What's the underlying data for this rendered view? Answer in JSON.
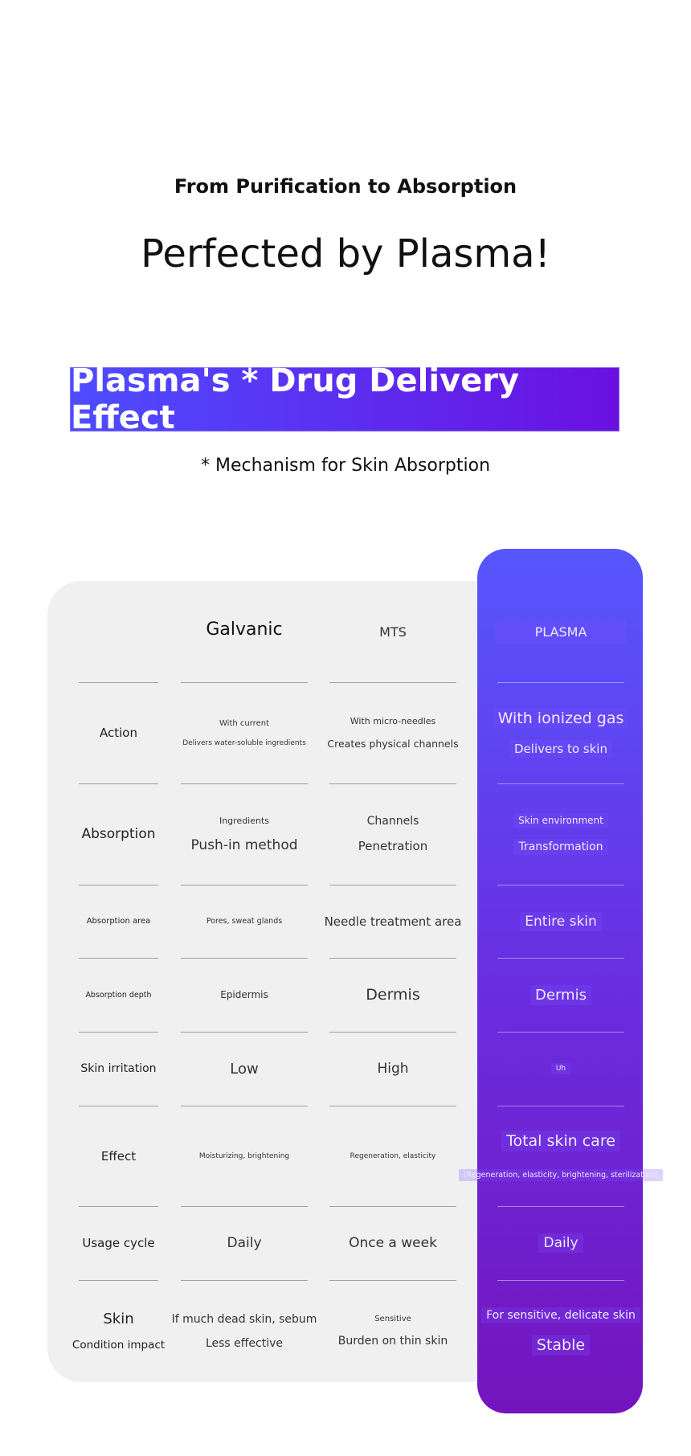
{
  "heading": {
    "kicker": "From Purification to Absorption",
    "title": "Perfected by Plasma!"
  },
  "banner": {
    "title": "Plasma's * Drug Delivery Effect",
    "subtitle": "* Mechanism for Skin Absorption"
  },
  "colors": {
    "plasma_top": "#5656ff",
    "plasma_bottom": "#7414be",
    "panel": "#f0f0f0"
  },
  "table": {
    "headers": [
      "",
      "Galvanic",
      "MTS",
      "PLASMA"
    ],
    "rows": [
      {
        "label": [
          "Action"
        ],
        "galvanic": [
          "With current",
          "Delivers water-soluble ingredients"
        ],
        "mts": [
          "With micro-needles",
          "Creates physical channels"
        ],
        "plasma": [
          "With ionized gas",
          "Delivers to skin"
        ]
      },
      {
        "label": [
          "Absorption"
        ],
        "galvanic": [
          "Ingredients",
          "Push-in method"
        ],
        "mts": [
          "Channels",
          "Penetration"
        ],
        "plasma": [
          "Skin environment",
          "Transformation"
        ]
      },
      {
        "label": [
          "Absorption area"
        ],
        "galvanic": [
          "Pores, sweat glands"
        ],
        "mts": [
          "Needle treatment area"
        ],
        "plasma": [
          "Entire skin"
        ]
      },
      {
        "label": [
          "Absorption depth"
        ],
        "galvanic": [
          "Epidermis"
        ],
        "mts": [
          "Dermis"
        ],
        "plasma": [
          "Dermis"
        ]
      },
      {
        "label": [
          "Skin irritation"
        ],
        "galvanic": [
          "Low"
        ],
        "mts": [
          "High"
        ],
        "plasma": [
          "Uh"
        ]
      },
      {
        "label": [
          "Effect"
        ],
        "galvanic": [
          "Moisturizing, brightening"
        ],
        "mts": [
          "Regeneration, elasticity"
        ],
        "plasma": [
          "Total skin care",
          "(Regeneration, elasticity, brightening, sterilization)"
        ]
      },
      {
        "label": [
          "Usage cycle"
        ],
        "galvanic": [
          "Daily"
        ],
        "mts": [
          "Once a week"
        ],
        "plasma": [
          "Daily"
        ]
      },
      {
        "label": [
          "Skin",
          "Condition impact"
        ],
        "galvanic": [
          "If much dead skin, sebum",
          "Less effective"
        ],
        "mts": [
          "Sensitive",
          "Burden on thin skin"
        ],
        "plasma": [
          "For sensitive, delicate skin",
          "Stable"
        ]
      }
    ]
  }
}
